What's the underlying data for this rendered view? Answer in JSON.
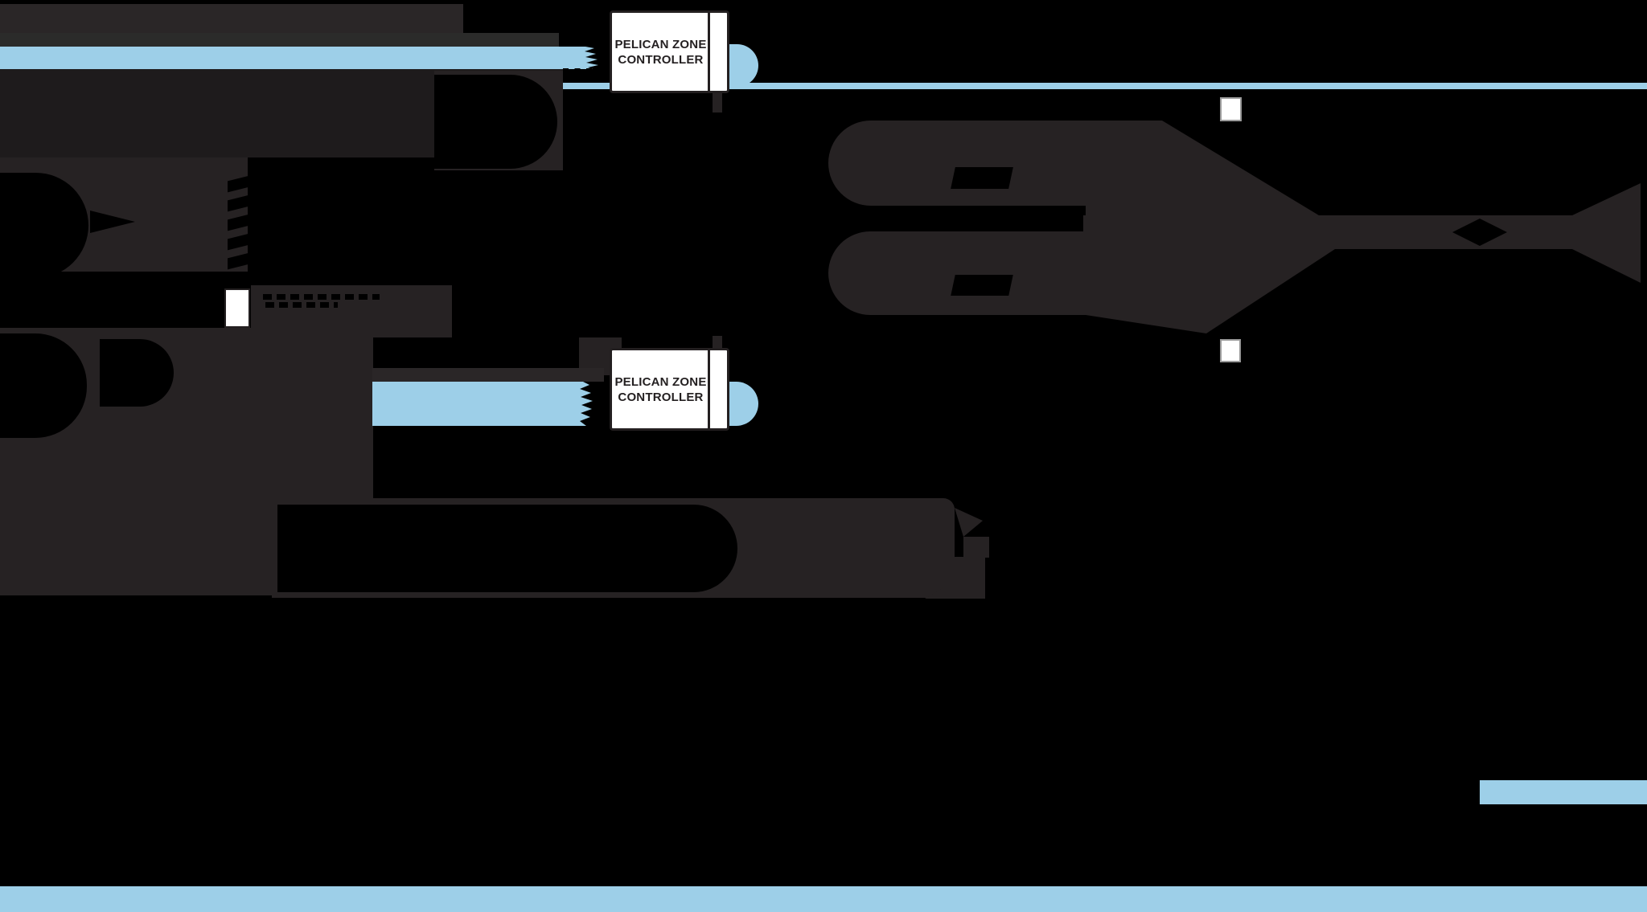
{
  "diagram": {
    "description": "HVAC zoning schematic: rooftop unit, supply and return ducts with dampers, thermostats and Pelican zone controllers connected by light-blue network/airflow highlights on a black background",
    "zone_controllers": [
      {
        "id": "zone-controller-1",
        "line1": "PELICAN ZONE",
        "line2": "CONTROLLER"
      },
      {
        "id": "zone-controller-2",
        "line1": "PELICAN ZONE",
        "line2": "CONTROLLER"
      }
    ],
    "thermostat_count": 3,
    "damper_count": 3,
    "colors": {
      "background": "#000000",
      "duct_gray": "#262223",
      "roof_gray_top": "#2a2627",
      "roof_gray_band": "#2b2b2a",
      "wall_gray": "#1e1b1c",
      "highlight_blue": "#9dcfe8",
      "box_white": "#ffffff",
      "text_ink": "#231f20",
      "thermostat_border": "#9b9b9b"
    }
  }
}
